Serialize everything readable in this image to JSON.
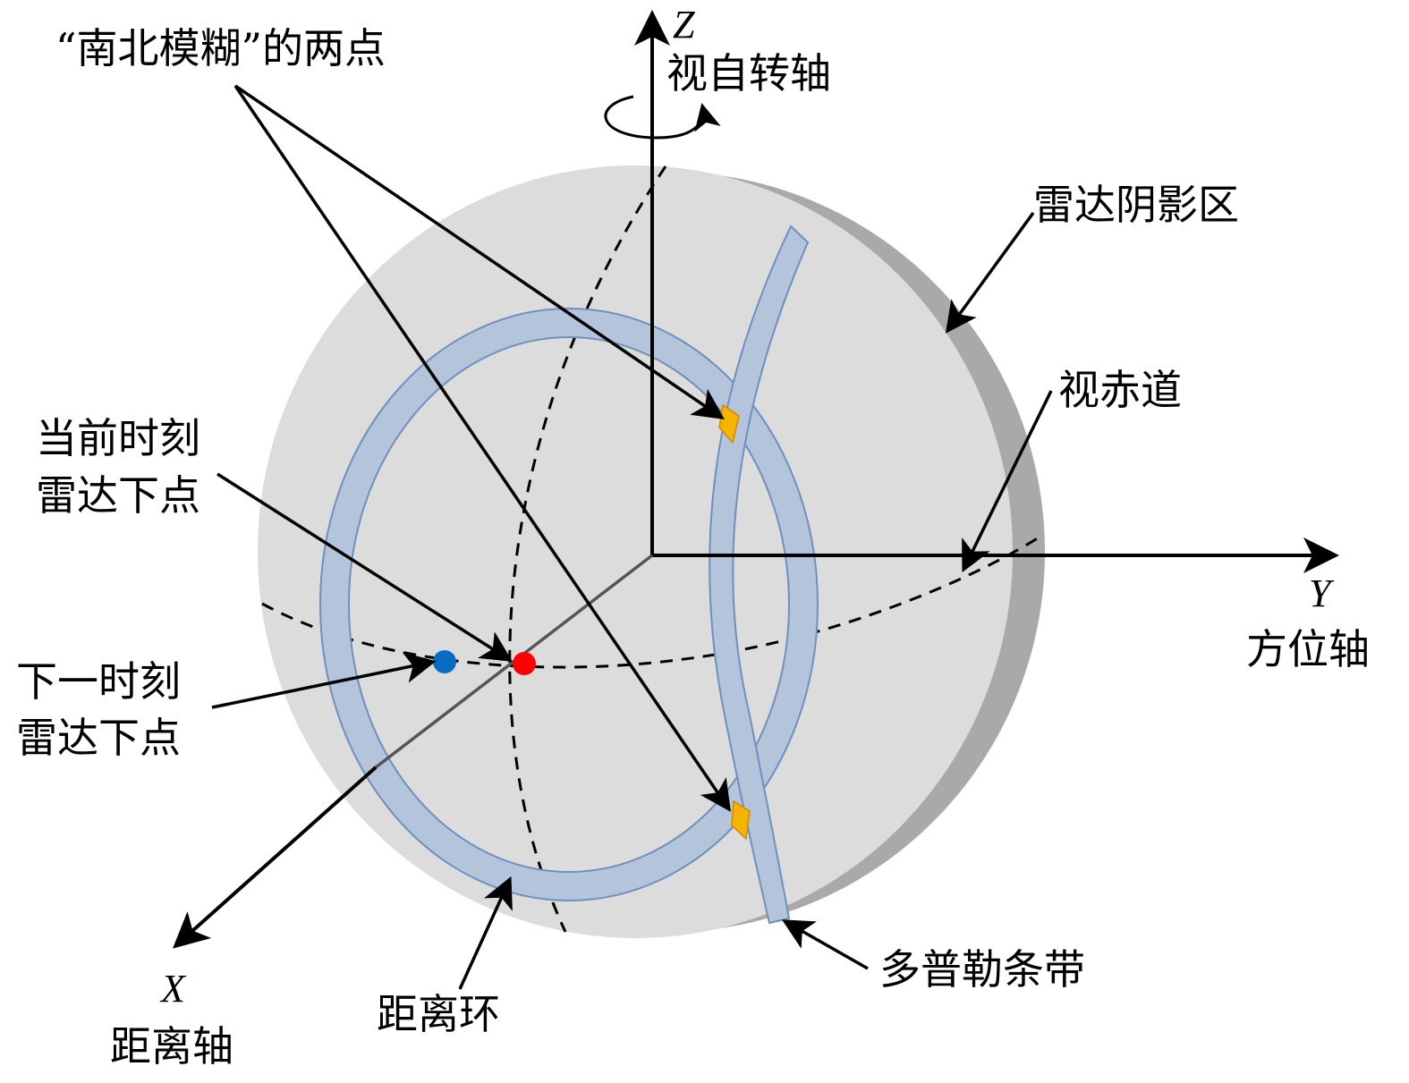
{
  "axes": {
    "z": {
      "letter": "Z",
      "name": "视自转轴"
    },
    "y": {
      "letter": "Y",
      "name": "方位轴"
    },
    "x": {
      "letter": "X",
      "name": "距离轴"
    }
  },
  "labels": {
    "ambiguity_points": "“南北模糊”的两点",
    "radar_shadow": "雷达阴影区",
    "view_equator": "视赤道",
    "current_nadir_line1": "当前时刻",
    "current_nadir_line2": "雷达下点",
    "next_nadir_line1": "下一时刻",
    "next_nadir_line2": "雷达下点",
    "range_ring": "距离环",
    "doppler_strip": "多普勒条带"
  },
  "colors": {
    "sphere": "#dcdcdc",
    "shadow": "#a9a9a9",
    "band_fill": "#b4c4db",
    "band_stroke": "#6f8fbf",
    "ambiguity_patch": "#f5b400",
    "current_nadir": "#ff0000",
    "next_nadir": "#0a6bc2"
  }
}
